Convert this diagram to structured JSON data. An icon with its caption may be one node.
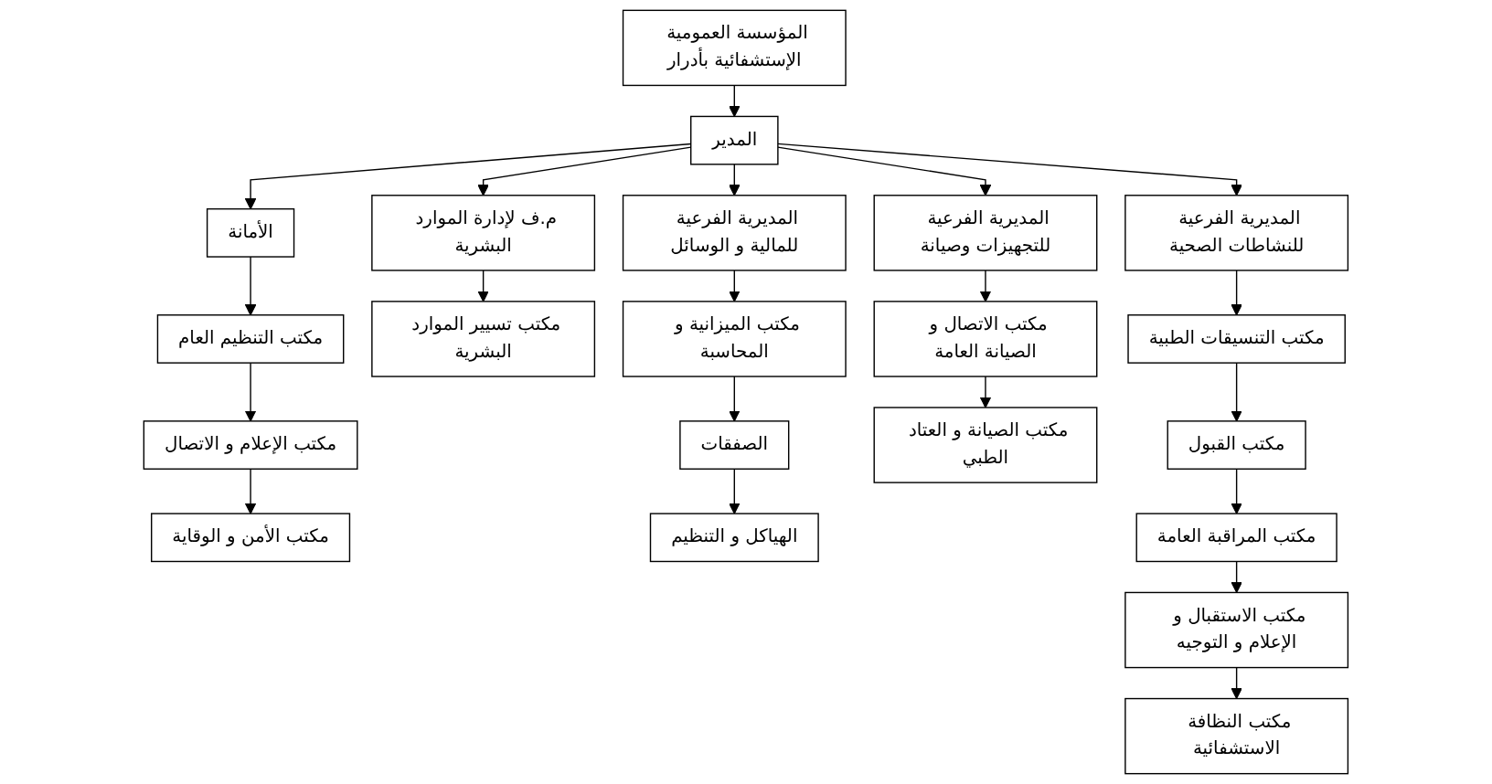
{
  "diagram": {
    "nodes": [
      {
        "text": [
          "المؤسسة العمومية الإستشفائية بأدرار"
        ]
      },
      {
        "text": [
          "المدير"
        ]
      },
      {
        "text": [
          "الأمانة"
        ]
      },
      {
        "text": [
          "مكتب التنظيم العام"
        ]
      },
      {
        "text": [
          "مكتب الإعلام و الاتصال"
        ]
      },
      {
        "text": [
          "مكتب الأمن و الوقاية"
        ]
      },
      {
        "text": [
          "م.ف لإدارة الموارد البشرية"
        ]
      },
      {
        "text": [
          "مكتب تسيير الموارد البشرية"
        ]
      },
      {
        "text": [
          "المديرية الفرعية للمالية و الوسائل"
        ]
      },
      {
        "text": [
          "مكتب الميزانية و المحاسبة"
        ]
      },
      {
        "text": [
          "الصفقات"
        ]
      },
      {
        "text": [
          "الهياكل و التنظيم"
        ]
      },
      {
        "text": [
          "المديرية الفرعية للتجهيزات وصيانة"
        ]
      },
      {
        "text": [
          "مكتب الاتصال و الصيانة العامة"
        ]
      },
      {
        "text": [
          "مكتب الصيانة و العتاد الطبي"
        ]
      },
      {
        "text": [
          "المديرية الفرعية للنشاطات الصحية"
        ]
      },
      {
        "text": [
          "مكتب التنسيقات الطبية"
        ]
      },
      {
        "text": [
          "مكتب القبول"
        ]
      },
      {
        "text": [
          "مكتب المراقبة العامة"
        ]
      },
      {
        "text": [
          "مكتب الاستقبال و الإعلام و التوجيه"
        ]
      },
      {
        "text": [
          "مكتب النظافة الاستشفائية"
        ]
      }
    ],
    "edges": [
      {
        "from": 0,
        "to": 1,
        "arrow": "to"
      },
      {
        "from": 1,
        "to": 15,
        "arrow": "to"
      },
      {
        "from": 1,
        "to": 12,
        "arrow": "to"
      },
      {
        "from": 1,
        "to": 8,
        "arrow": "to"
      },
      {
        "from": 1,
        "to": 6,
        "arrow": "to"
      },
      {
        "from": 1,
        "to": 2,
        "arrow": "to"
      },
      {
        "from": 2,
        "to": 3,
        "arrow": "to"
      },
      {
        "from": 3,
        "to": 4,
        "arrow": "to"
      },
      {
        "from": 4,
        "to": 5,
        "arrow": "to"
      },
      {
        "from": 6,
        "to": 7,
        "arrow": "to"
      },
      {
        "from": 8,
        "to": 9,
        "arrow": "to"
      },
      {
        "from": 9,
        "to": 10,
        "arrow": "to"
      },
      {
        "from": 10,
        "to": 11,
        "arrow": "to"
      },
      {
        "from": 12,
        "to": 13,
        "arrow": "to"
      },
      {
        "from": 13,
        "to": 14,
        "arrow": "to"
      },
      {
        "from": 15,
        "to": 16,
        "arrow": "to"
      },
      {
        "from": 16,
        "to": 17,
        "arrow": "to"
      },
      {
        "from": 17,
        "to": 18,
        "arrow": "to"
      },
      {
        "from": 18,
        "to": 19,
        "arrow": "to"
      },
      {
        "from": 19,
        "to": 20,
        "arrow": "to"
      }
    ]
  }
}
